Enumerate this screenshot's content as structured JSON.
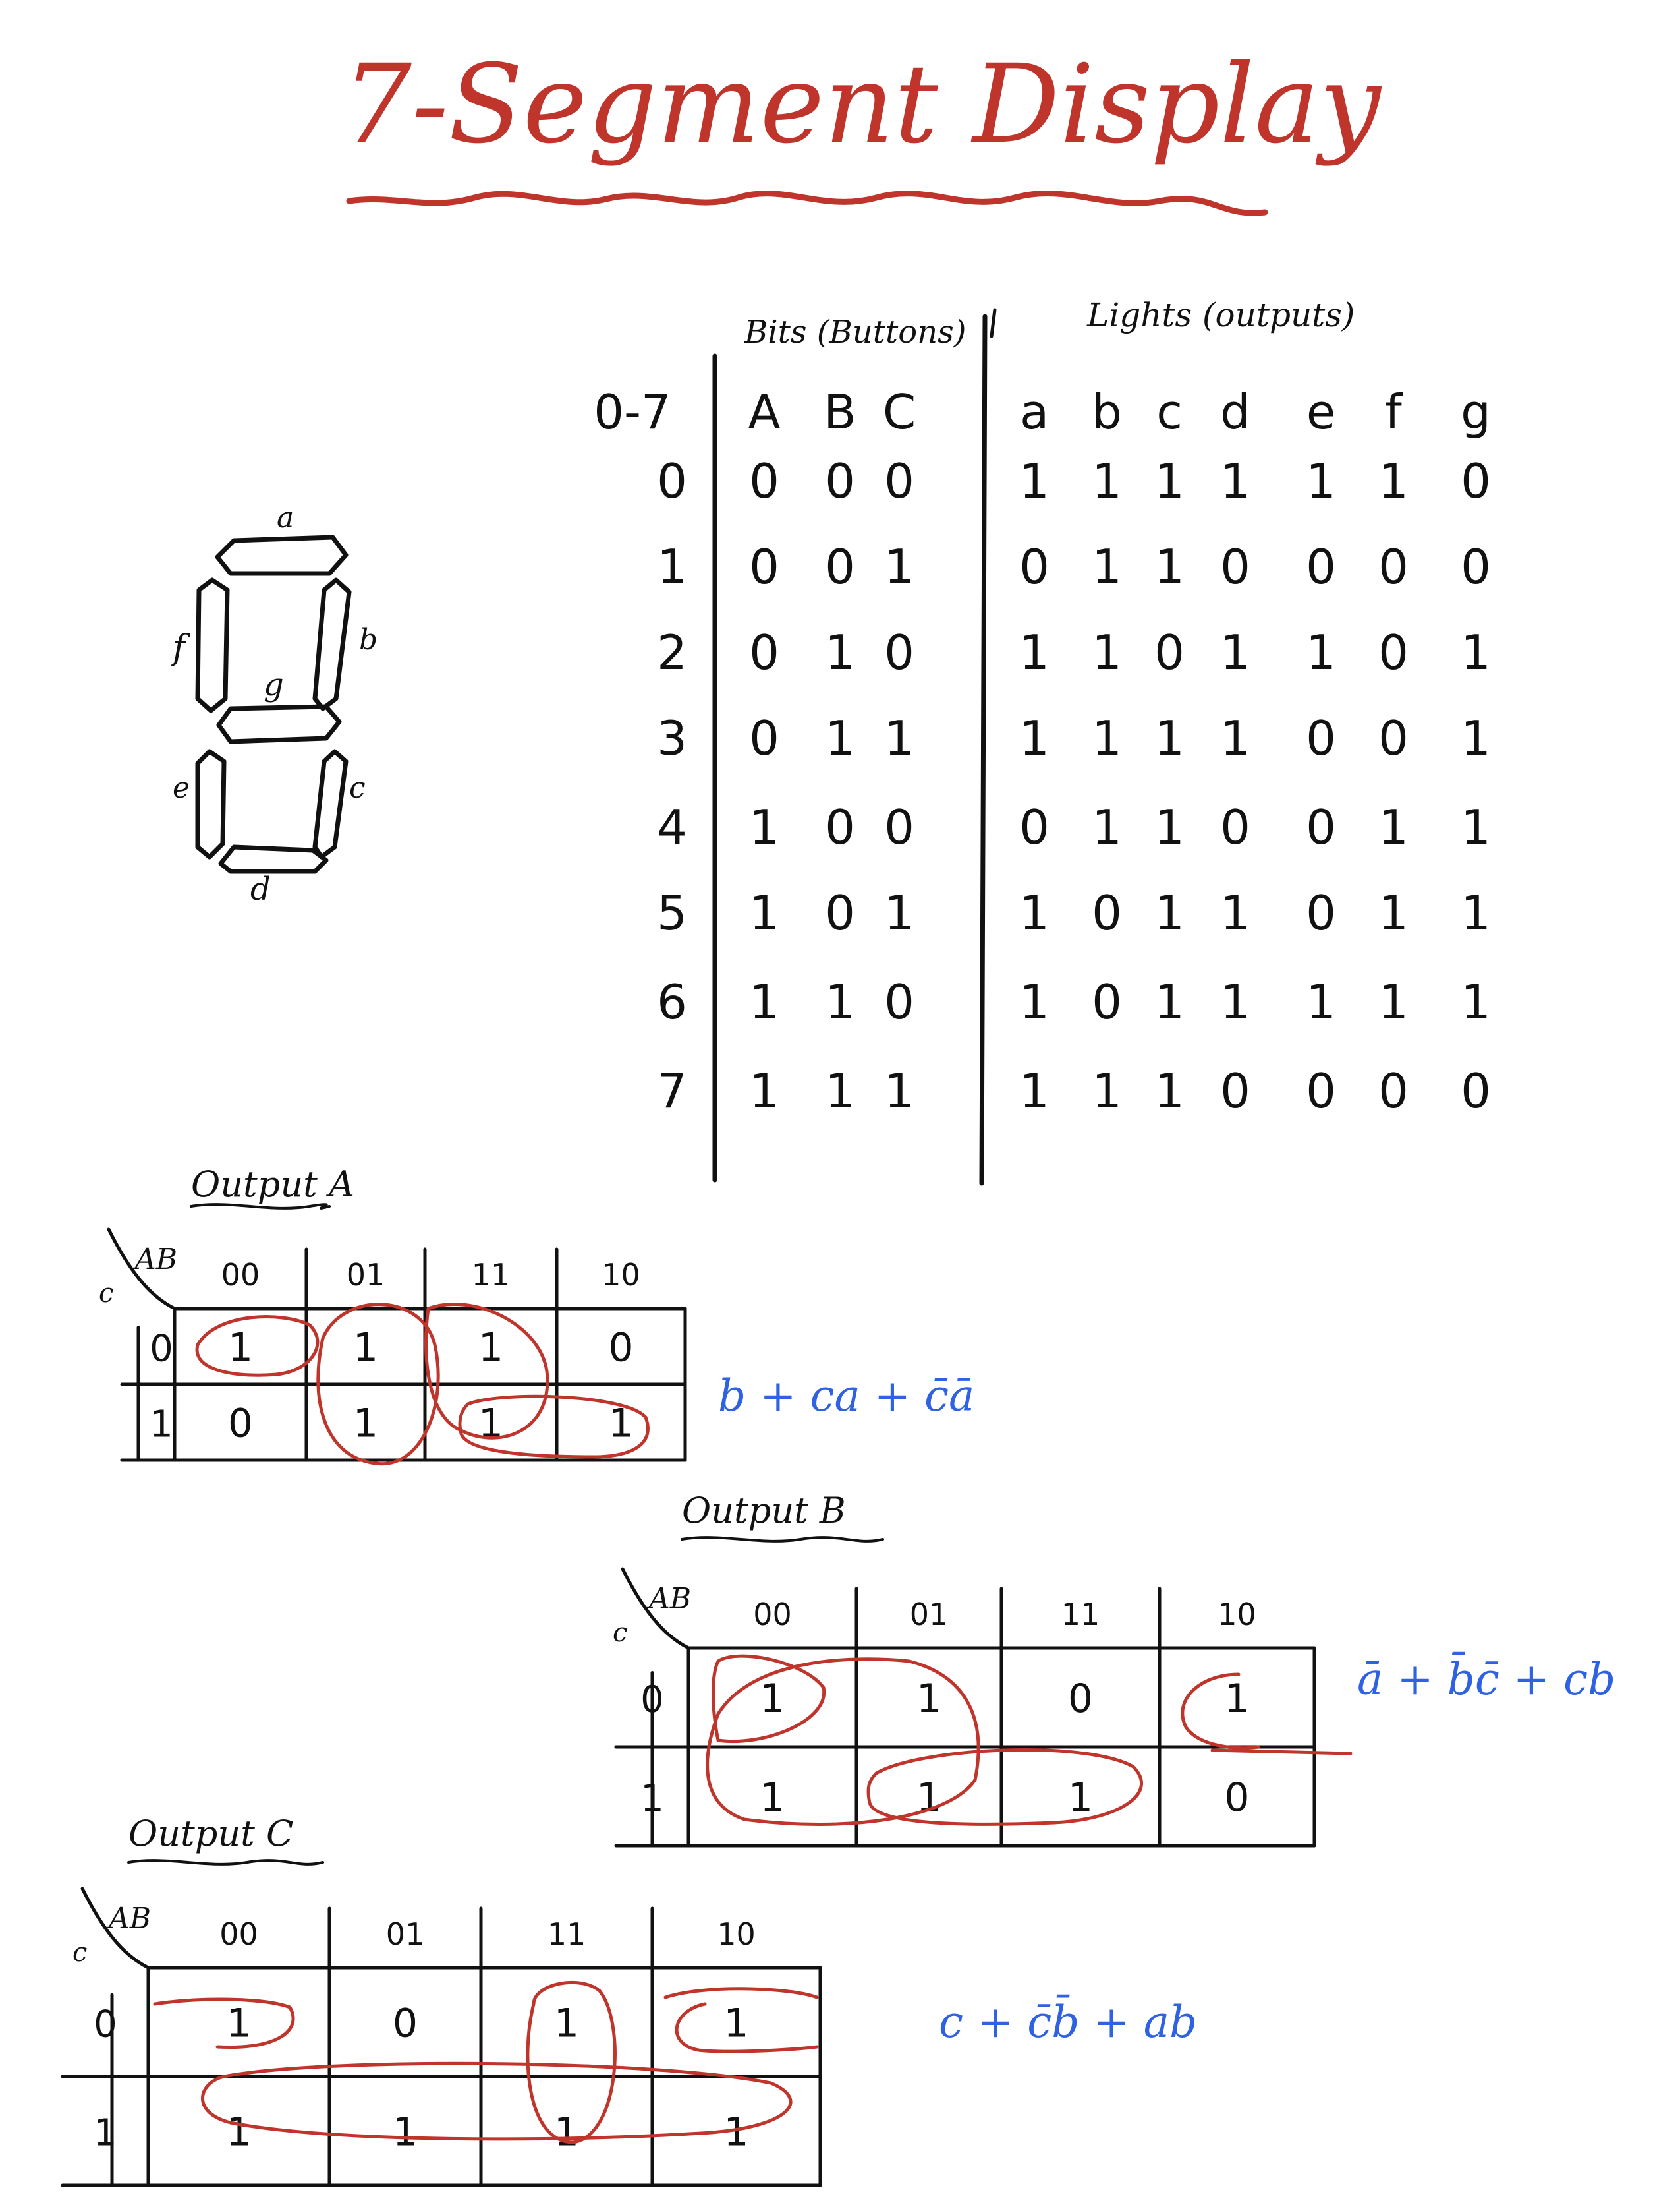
{
  "title": "7-Segment Display",
  "segment_labels": {
    "a": "a",
    "b": "b",
    "c": "c",
    "d": "d",
    "e": "e",
    "f": "f",
    "g": "g"
  },
  "truth_table": {
    "bits_header": "Bits (Buttons)",
    "lights_header": "Lights (outputs)",
    "range_label": "0-7",
    "input_columns": [
      "A",
      "B",
      "C"
    ],
    "output_columns": [
      "a",
      "b",
      "c",
      "d",
      "e",
      "f",
      "g"
    ],
    "rows": [
      {
        "n": "0",
        "in": [
          "0",
          "0",
          "0"
        ],
        "out": [
          "1",
          "1",
          "1",
          "1",
          "1",
          "1",
          "0"
        ]
      },
      {
        "n": "1",
        "in": [
          "0",
          "0",
          "1"
        ],
        "out": [
          "0",
          "1",
          "1",
          "0",
          "0",
          "0",
          "0"
        ]
      },
      {
        "n": "2",
        "in": [
          "0",
          "1",
          "0"
        ],
        "out": [
          "1",
          "1",
          "0",
          "1",
          "1",
          "0",
          "1"
        ]
      },
      {
        "n": "3",
        "in": [
          "0",
          "1",
          "1"
        ],
        "out": [
          "1",
          "1",
          "1",
          "1",
          "0",
          "0",
          "1"
        ]
      },
      {
        "n": "4",
        "in": [
          "1",
          "0",
          "0"
        ],
        "out": [
          "0",
          "1",
          "1",
          "0",
          "0",
          "1",
          "1"
        ]
      },
      {
        "n": "5",
        "in": [
          "1",
          "0",
          "1"
        ],
        "out": [
          "1",
          "0",
          "1",
          "1",
          "0",
          "1",
          "1"
        ]
      },
      {
        "n": "6",
        "in": [
          "1",
          "1",
          "0"
        ],
        "out": [
          "1",
          "0",
          "1",
          "1",
          "1",
          "1",
          "1"
        ]
      },
      {
        "n": "7",
        "in": [
          "1",
          "1",
          "1"
        ],
        "out": [
          "1",
          "1",
          "1",
          "0",
          "0",
          "0",
          "0"
        ]
      }
    ]
  },
  "kmaps": [
    {
      "title": "Output A",
      "corner_top": "AB",
      "corner_left": "c",
      "col_headers": [
        "00",
        "01",
        "11",
        "10"
      ],
      "row_headers": [
        "0",
        "1"
      ],
      "cells": [
        [
          "1",
          "1",
          "1",
          "0"
        ],
        [
          "0",
          "1",
          "1",
          "1"
        ]
      ],
      "expression": "b + ca + c̄ā"
    },
    {
      "title": "Output B",
      "corner_top": "AB",
      "corner_left": "c",
      "col_headers": [
        "00",
        "01",
        "11",
        "10"
      ],
      "row_headers": [
        "0",
        "1"
      ],
      "cells": [
        [
          "1",
          "1",
          "0",
          "1"
        ],
        [
          "1",
          "1",
          "1",
          "0"
        ]
      ],
      "expression": "ā + b̄c̄ + cb"
    },
    {
      "title": "Output C",
      "corner_top": "AB",
      "corner_left": "c",
      "col_headers": [
        "00",
        "01",
        "11",
        "10"
      ],
      "row_headers": [
        "0",
        "1"
      ],
      "cells": [
        [
          "1",
          "0",
          "1",
          "1"
        ],
        [
          "1",
          "1",
          "1",
          "1"
        ]
      ],
      "expression": "c + c̄b̄ + ab"
    }
  ],
  "colors": {
    "ink": "#111111",
    "title_red": "#c0352b",
    "loop_red": "#c0352b",
    "expr_blue": "#2f62e3"
  }
}
